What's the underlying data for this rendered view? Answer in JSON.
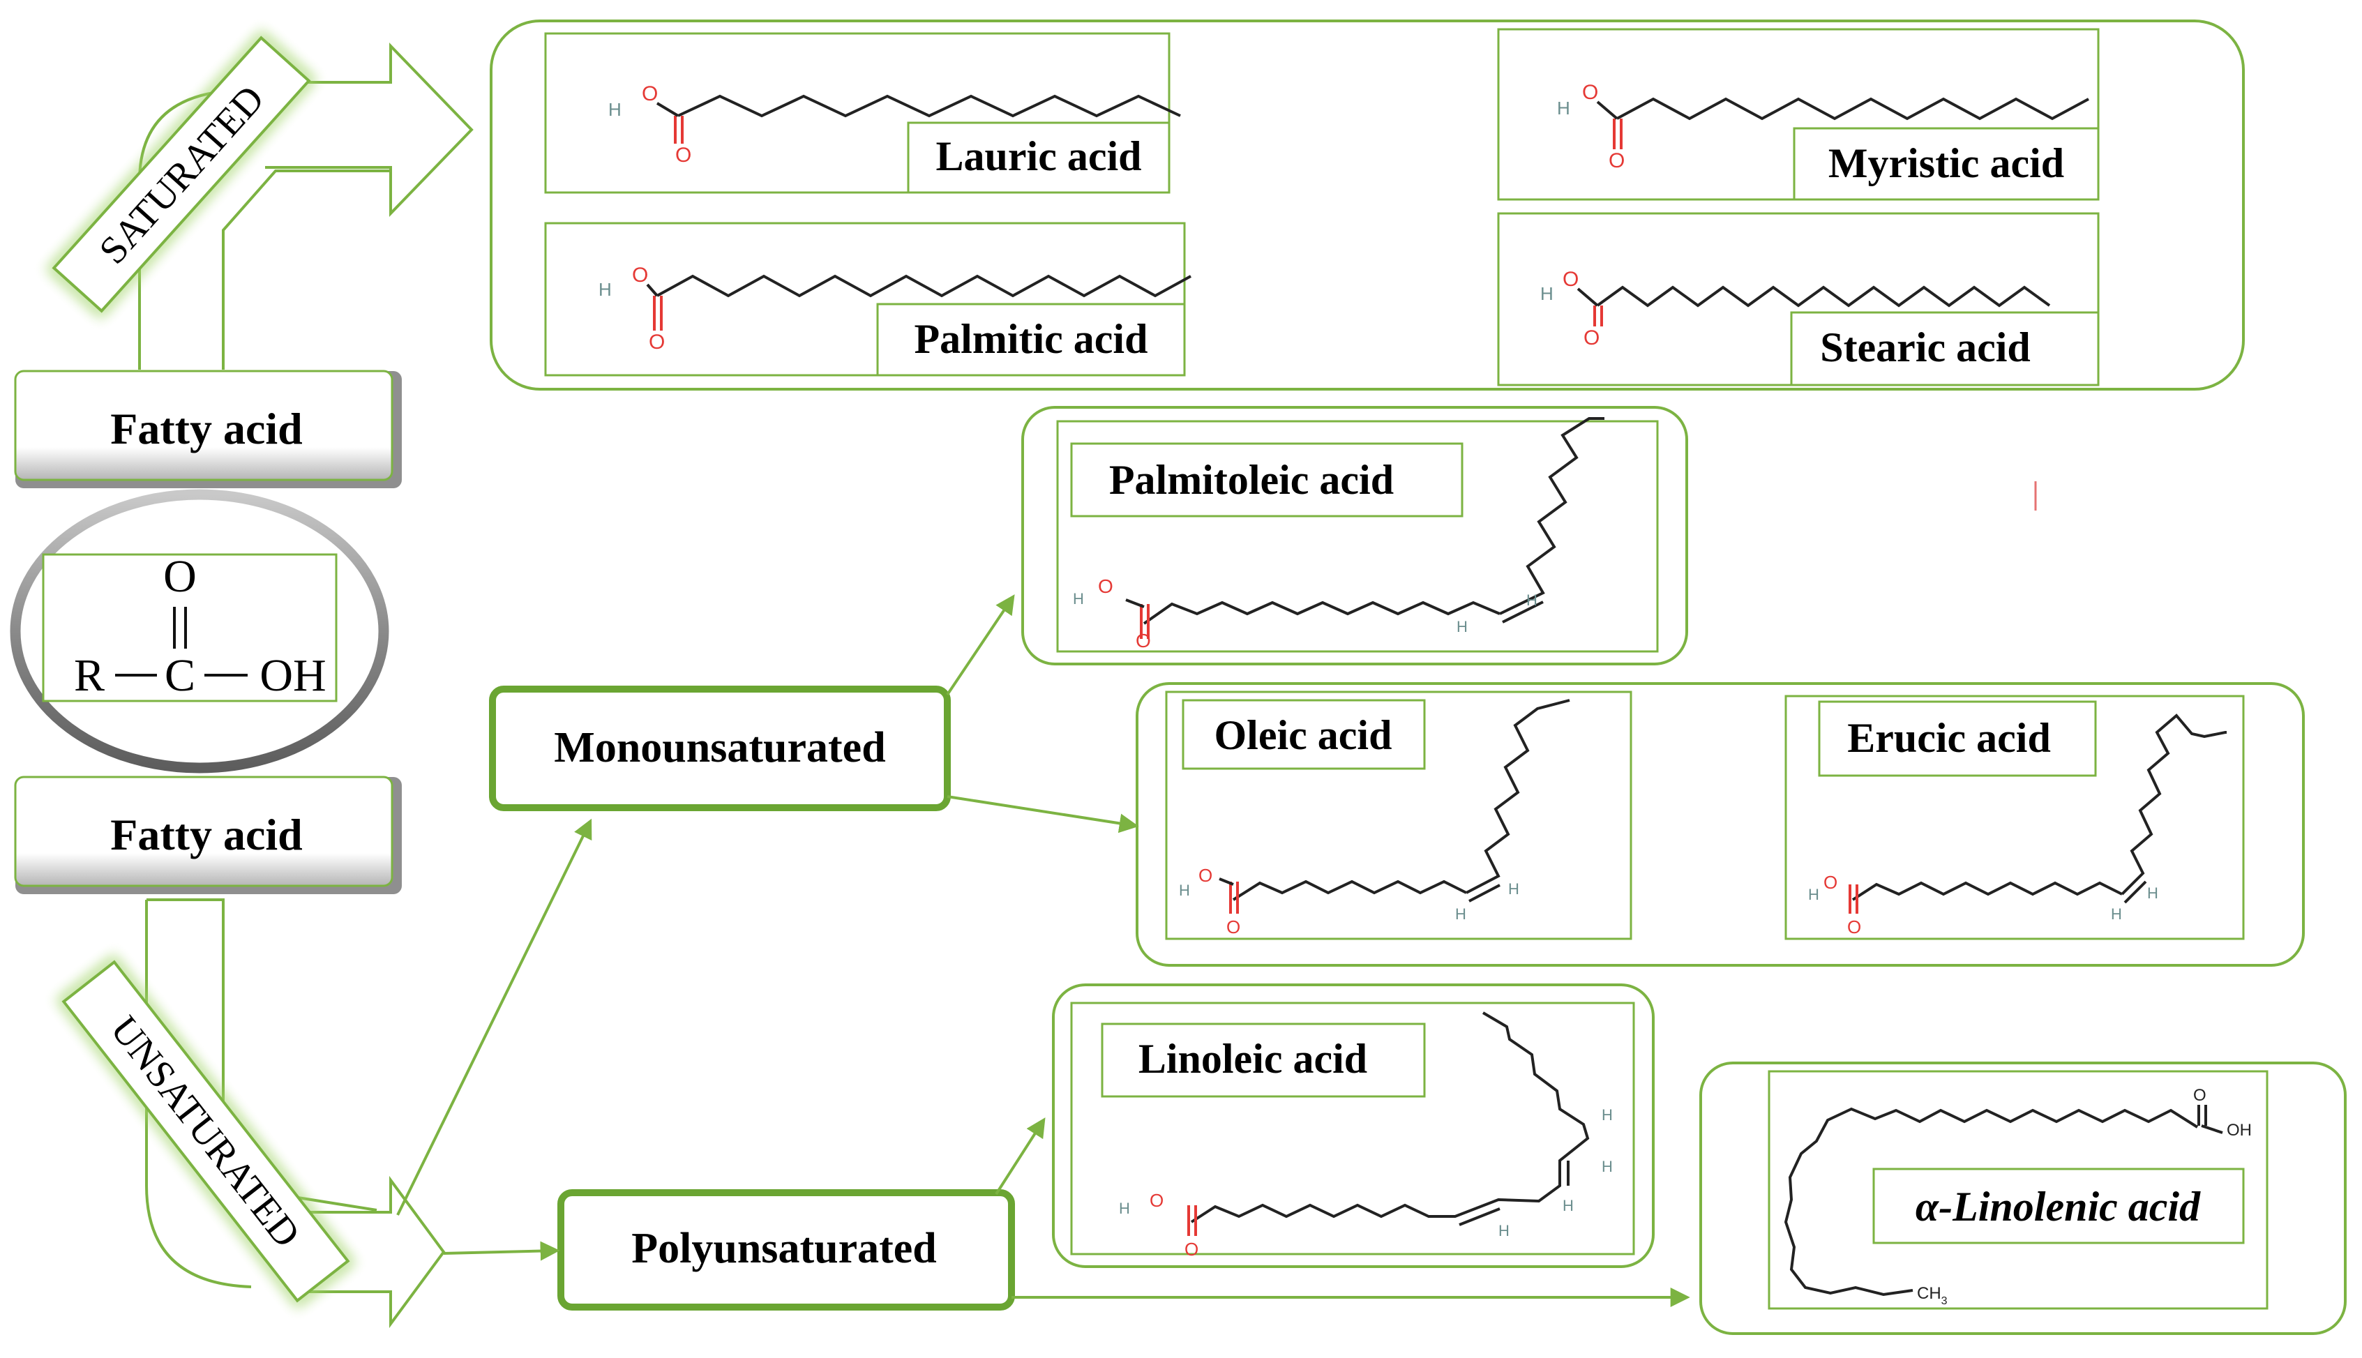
{
  "colors": {
    "green": "#7cb342",
    "green_dark": "#6aa532",
    "glow": "#a5d66f",
    "oxygen": "#e53935",
    "hydrogen": "#6b8e8e",
    "bond": "#222222"
  },
  "fatty_acid_labels": [
    "Fatty acid",
    "Fatty acid"
  ],
  "general_formula": {
    "oxygen": "O",
    "r_group": "R",
    "carbon": "C",
    "hydroxyl": "OH"
  },
  "branches": {
    "saturated": "SATURATED",
    "unsaturated": "UNSATURATED"
  },
  "categories": {
    "monounsaturated": "Monounsaturated",
    "polyunsaturated": "Polyunsaturated"
  },
  "acids": {
    "lauric": "Lauric acid",
    "myristic": "Myristic acid",
    "palmitic": "Palmitic acid",
    "stearic": "Stearic acid",
    "palmitoleic": "Palmitoleic acid",
    "oleic": "Oleic acid",
    "erucic": "Erucic acid",
    "linoleic": "Linoleic acid",
    "linolenic": "α-Linolenic acid"
  },
  "atom_labels": {
    "hydrogen": "H",
    "oxygen": "O",
    "hydroxyl": "OH",
    "methyl": "CH",
    "methyl_subscript": "3"
  }
}
